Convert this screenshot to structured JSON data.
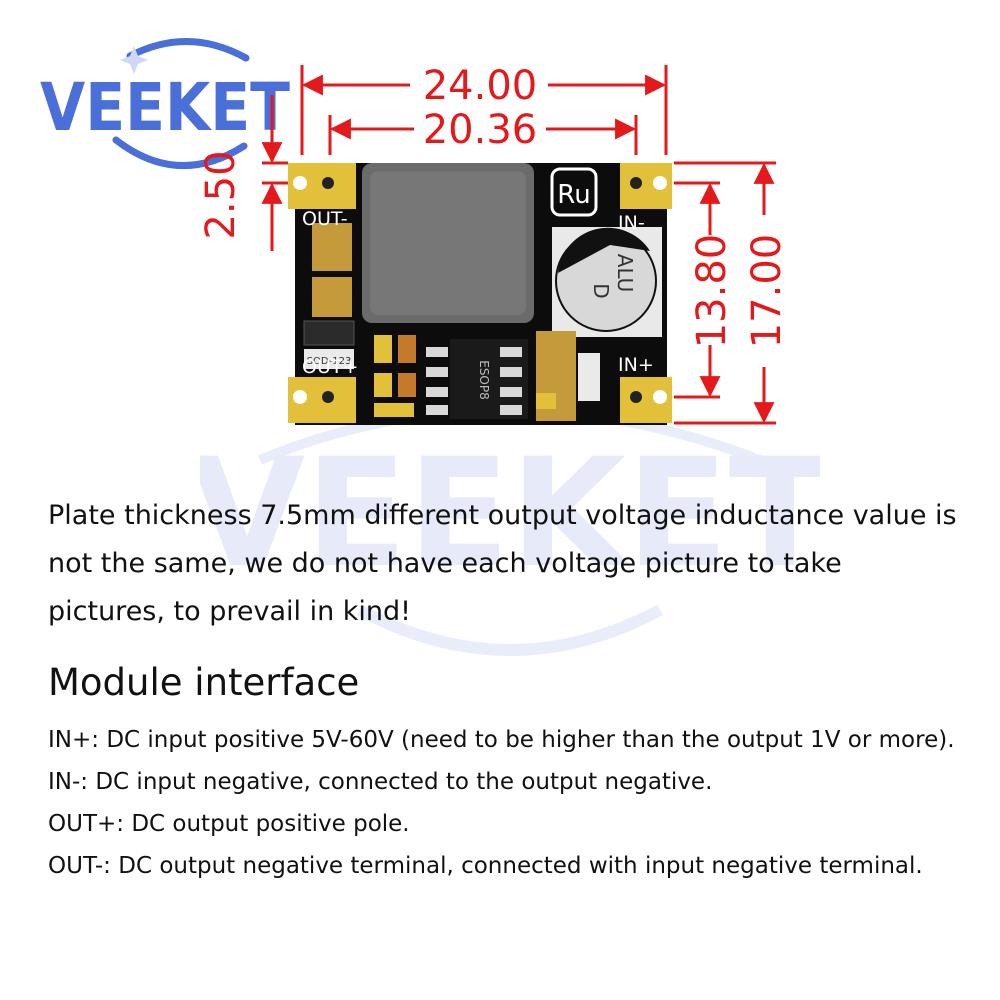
{
  "brand": {
    "name": "VEEKET",
    "color": "#4a6fd8",
    "watermark_text": "VEEKET"
  },
  "dimensions": {
    "color": "#e3191b",
    "total_width": "24.00",
    "inner_width": "20.36",
    "offset": "2.50",
    "pin_spacing": "13.80",
    "total_height": "17.00"
  },
  "board": {
    "pin_labels": {
      "out_minus": "OUT-",
      "out_plus": "OUT+",
      "in_minus": "IN-",
      "in_plus": "IN+"
    },
    "capacitor_text": "ALU\nD",
    "cap_line1": "ALU",
    "cap_line2": "D",
    "logo_mark": "Ru",
    "chip_text": "ESOP8",
    "diode_text": "SOD-123",
    "colors": {
      "pcb": "#0c0c0c",
      "pad": "#e2c03a",
      "inductor": "#6b6b6b"
    }
  },
  "description": "Plate thickness 7.5mm different output voltage inductance value is not the same, we do not have each voltage picture to take pictures, to prevail in kind!",
  "interface": {
    "heading": "Module interface",
    "items": [
      "IN+: DC input positive 5V-60V (need to be higher than the output 1V or more).",
      "IN-: DC input negative, connected to the output negative.",
      "OUT+: DC output positive pole.",
      "OUT-: DC output negative terminal, connected with input negative terminal."
    ]
  }
}
